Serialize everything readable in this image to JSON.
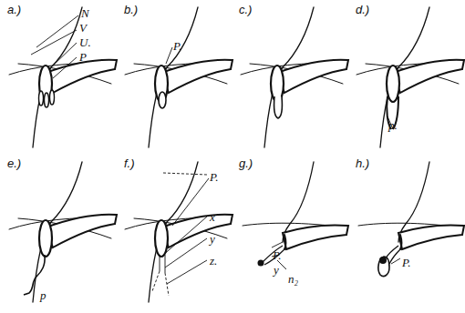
{
  "diagram": {
    "labels": [
      "a.)",
      "N",
      "V",
      "U.",
      "P",
      "b.)",
      "P.",
      "c.)",
      "d.)",
      "p.",
      "e.)",
      "p",
      "f.)",
      "P.",
      "x",
      "y",
      "z.",
      "g.)",
      "P.",
      "y",
      "n₂",
      "h.)",
      "P."
    ]
  }
}
